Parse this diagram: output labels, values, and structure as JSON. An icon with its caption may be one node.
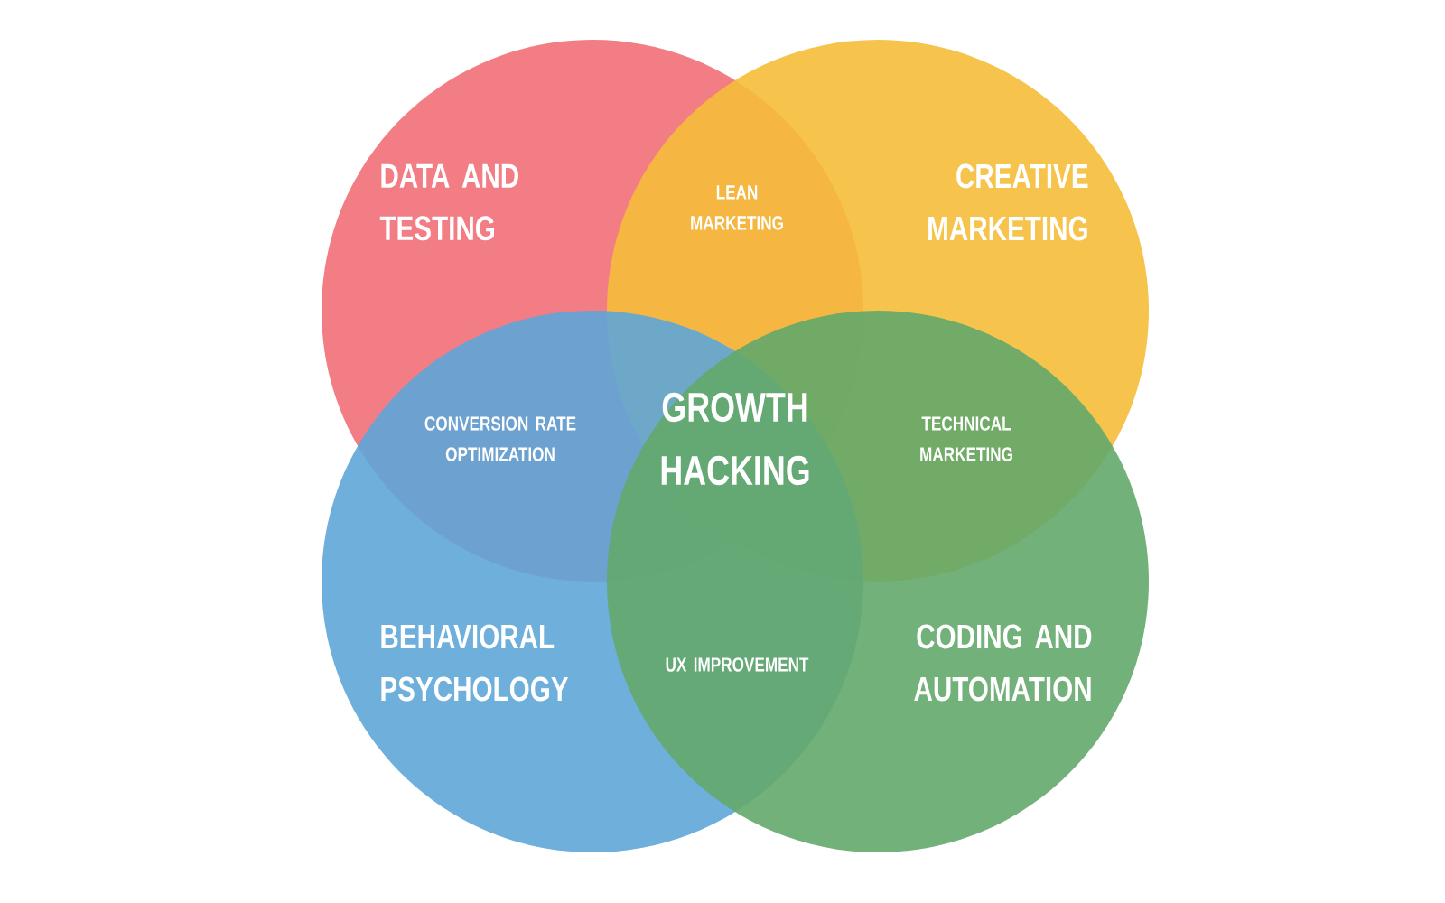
{
  "diagram": {
    "nodes": [
      {
        "text": [
          "DATA AND TESTING"
        ]
      },
      {
        "text": [
          "CREATIVE MARKETING"
        ]
      },
      {
        "text": [
          "BEHAVIORAL PSYCHOLOGY"
        ]
      },
      {
        "text": [
          "CODING AND AUTOMATION"
        ]
      }
    ],
    "edges": [],
    "labels": [
      "LEAN MARKETING",
      "CONVERSION RATE OPTIMIZATION",
      "GROWTH HACKING",
      "TECHNICAL MARKETING",
      "UX IMPROVEMENT"
    ]
  }
}
